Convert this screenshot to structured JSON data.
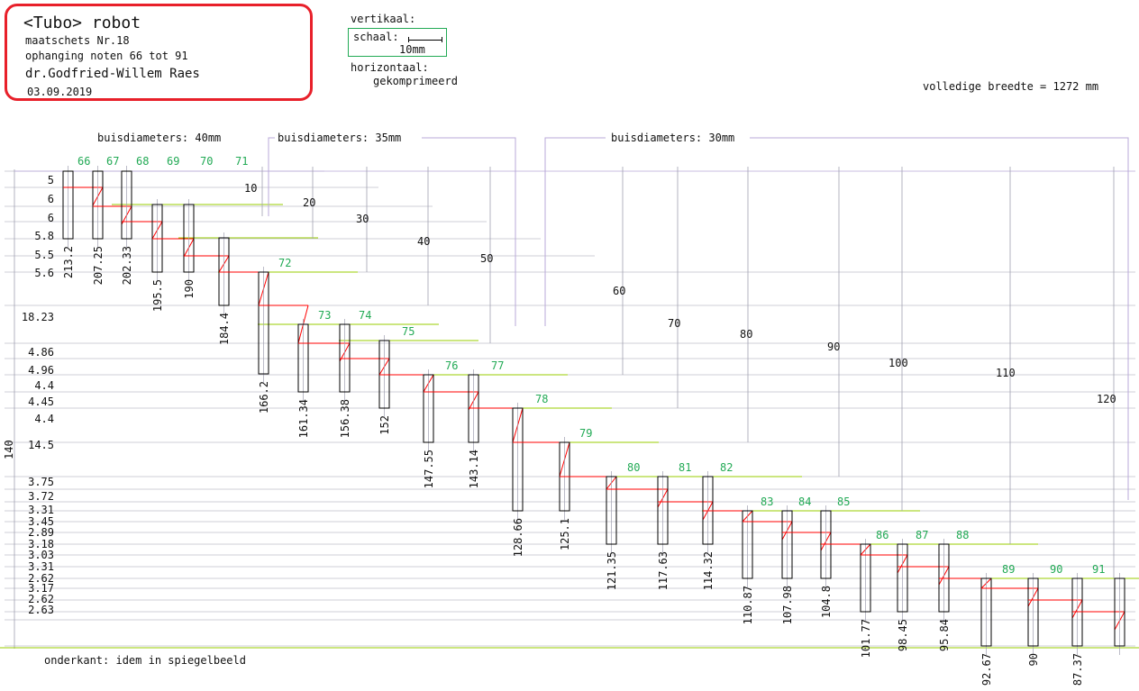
{
  "title_block": {
    "title": "<Tubo> robot",
    "line1": "maatschets Nr.18",
    "line2": "ophanging noten 66 tot 91",
    "author": "dr.Godfried-Willem Raes",
    "date": "03.09.2019"
  },
  "scale": {
    "vertical_label": "vertikaal:",
    "schaal_label": "schaal:",
    "schaal_value": "10mm",
    "horizontal_label": "horizontaal:",
    "horizontal_value": "gekomprimeerd"
  },
  "total_width": "volledige breedte = 1272 mm",
  "diameter_groups": [
    "buisdiameters: 40mm",
    "buisdiameters: 35mm",
    "buisdiameters: 30mm"
  ],
  "notes": [
    "66",
    "67",
    "68",
    "69",
    "70",
    "71",
    "72",
    "73",
    "74",
    "75",
    "76",
    "77",
    "78",
    "79",
    "80",
    "81",
    "82",
    "83",
    "84",
    "85",
    "86",
    "87",
    "88",
    "89",
    "90",
    "91"
  ],
  "lengths": [
    "213.2",
    "207.25",
    "202.33",
    "195.5",
    "190",
    "184.4",
    "166.2",
    "161.34",
    "156.38",
    "152",
    "147.55",
    "143.14",
    "128.66",
    "125.1",
    "121.35",
    "117.63",
    "114.32",
    "110.87",
    "107.98",
    "104.8",
    "101.77",
    "98.45",
    "95.84",
    "92.67",
    "90",
    "87.37"
  ],
  "offsets": [
    "5",
    "6",
    "6",
    "5.8",
    "5.5",
    "5.6",
    "18.23",
    "4.86",
    "4.96",
    "4.4",
    "4.45",
    "4.4",
    "14.5",
    "3.75",
    "3.72",
    "3.31",
    "3.45",
    "2.89",
    "3.18",
    "3.03",
    "3.31",
    "2.62",
    "3.17",
    "2.62",
    "2.63"
  ],
  "total_height": "140",
  "vertical_dims": [
    "10",
    "20",
    "30",
    "40",
    "50",
    "60",
    "70",
    "80",
    "90",
    "100",
    "110",
    "120"
  ],
  "footer": "onderkant: idem in spiegelbeeld",
  "colors": {
    "tube": "#000000",
    "link": "#ff0000",
    "note": "#22aa55",
    "guide": "#99cc00",
    "grid": "#a0a0b0",
    "frame": "#e8202a",
    "dim": "#b8a8d8"
  }
}
